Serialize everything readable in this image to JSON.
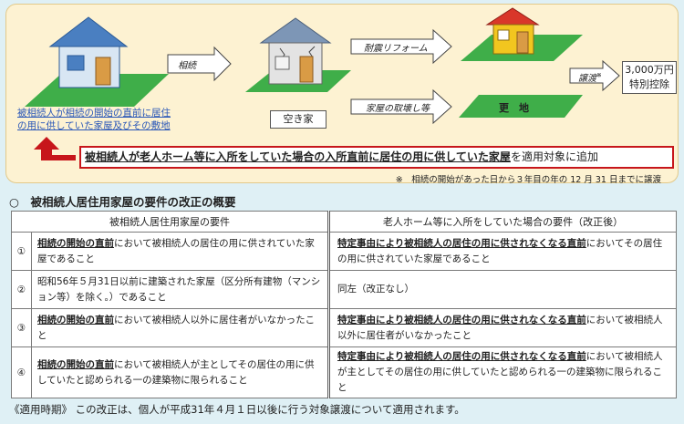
{
  "diagram": {
    "inherit_label": "相続",
    "land_caption_line1": "被相続人が相続の開始の直前に居住",
    "land_caption_line2": "の用に供していた家屋及びその敷地",
    "vacant_house": "空き家",
    "renovation": "耐震リフォーム",
    "demolition": "家屋の取壊し等",
    "vacant_land": "更　地",
    "transfer": "譲渡",
    "transfer_mark": "※",
    "deduction_line1": "3,000万円",
    "deduction_line2": "特別控除",
    "highlight_bold": "被相続人が老人ホーム等に入所をしていた場合の入所直前に居住の用に供していた家屋",
    "highlight_rest": "を適用対象に追加",
    "footnote": "※　相続の開始があった日から３年目の年の 12 月 31 日までに譲渡",
    "colors": {
      "arrow_red": "#c7161b",
      "lawn": "#3fae49",
      "house_blue": "#4a7fc1",
      "house_red": "#d9372a",
      "house_yellow": "#f2c61f"
    }
  },
  "section": {
    "bullet": "○",
    "title": "被相続人居住用家屋の要件の改正の概要"
  },
  "table": {
    "header_left": "被相続人居住用家屋の要件",
    "header_right": "老人ホーム等に入所をしていた場合の要件（改正後）",
    "rows": [
      {
        "num": "①",
        "left_bold": "相続の開始の直前",
        "left_rest": "において被相続人の居住の用に供されていた家屋であること",
        "right_bold": "特定事由により被相続人の居住の用に供されなくなる直前",
        "right_rest": "においてその居住の用に供されていた家屋であること"
      },
      {
        "num": "②",
        "left_bold": "",
        "left_rest": "昭和56年５月31日以前に建築された家屋（区分所有建物（マンション等）を除く。）であること",
        "right_bold": "",
        "right_rest": "同左（改正なし）"
      },
      {
        "num": "③",
        "left_bold": "相続の開始の直前",
        "left_rest": "において被相続人以外に居住者がいなかったこと",
        "right_bold": "特定事由により被相続人の居住の用に供されなくなる直前",
        "right_rest": "において被相続人以外に居住者がいなかったこと"
      },
      {
        "num": "④",
        "left_bold": "相続の開始の直前",
        "left_rest": "において被相続人が主としてその居住の用に供していたと認められる一の建築物に限られること",
        "right_bold": "特定事由により被相続人の居住の用に供されなくなる直前",
        "right_rest": "において被相続人が主としてその居住の用に供していたと認められる一の建築物に限られること"
      }
    ]
  },
  "effective": {
    "label": "《適用時期》",
    "text": "この改正は、個人が平成31年４月１日以後に行う対象譲渡について適用されます。"
  }
}
